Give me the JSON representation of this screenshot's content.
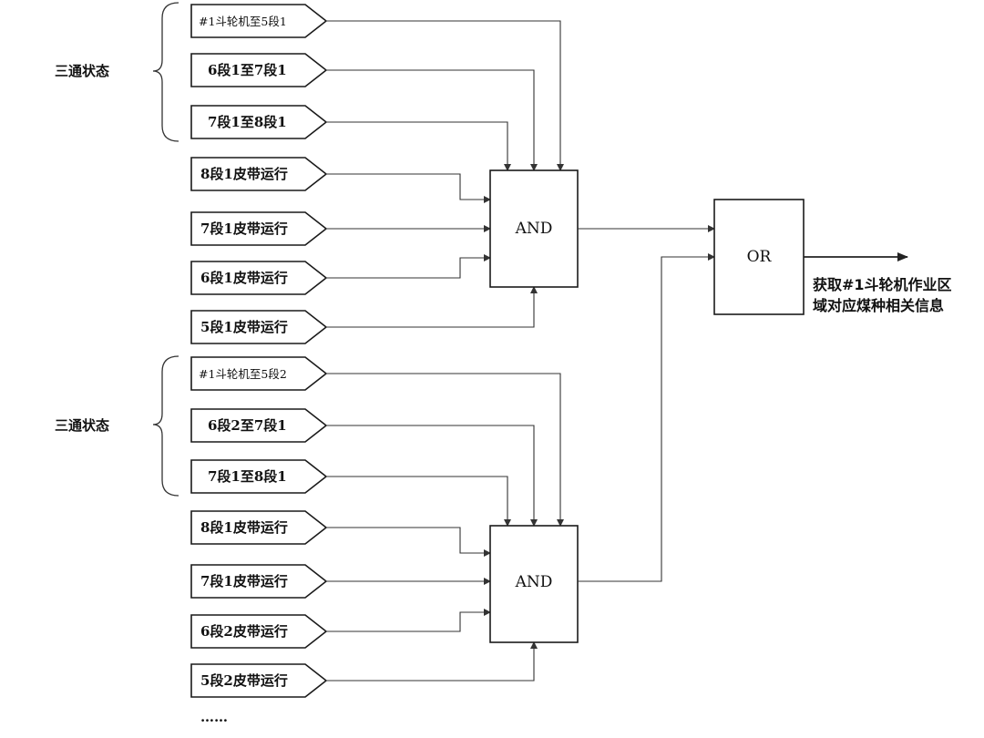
{
  "groups": [
    {
      "brace_label": "三通状态",
      "inputs": [
        "#1斗轮机至5段1",
        "6段1至7段1",
        "7段1至8段1",
        "8段1皮带运行",
        "7段1皮带运行",
        "6段1皮带运行",
        "5段1皮带运行"
      ],
      "gate_label": "AND"
    },
    {
      "brace_label": "三通状态",
      "inputs": [
        "#1斗轮机至5段2",
        "6段2至7段1",
        "7段1至8段1",
        "8段1皮带运行",
        "7段1皮带运行",
        "6段2皮带运行",
        "5段2皮带运行"
      ],
      "gate_label": "AND"
    }
  ],
  "or_gate": {
    "label": "OR"
  },
  "output": {
    "line1": "获取#1斗轮机作业区",
    "line2": "域对应煤种相关信息"
  },
  "ellipsis": "……",
  "colors": {
    "line": "#333333",
    "fill": "#ffffff",
    "text": "#111111"
  }
}
